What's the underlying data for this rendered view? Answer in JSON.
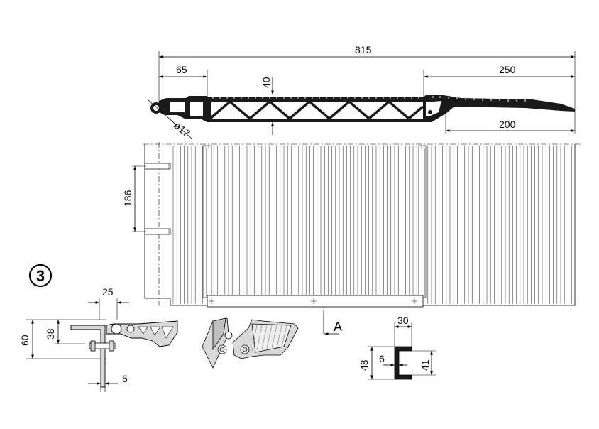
{
  "dims": {
    "overall": "815",
    "left_offset": "65",
    "thickness": "40",
    "right_top": "250",
    "right_bottom": "200",
    "hole_diameter": "ø17",
    "hinge_pitch": "186",
    "bracket_width": "25",
    "bracket_height": "60",
    "bracket_inner": "38",
    "bracket_thickness": "6",
    "channel_width": "30",
    "channel_height": "48",
    "channel_inner": "41",
    "channel_wall": "6"
  },
  "labels": {
    "detail_number": "3",
    "section_mark": "A"
  },
  "colors": {
    "line": "#000000",
    "fill_dark": "#1a1a1a",
    "fill_gray": "#d9d9d9",
    "background": "#ffffff"
  }
}
